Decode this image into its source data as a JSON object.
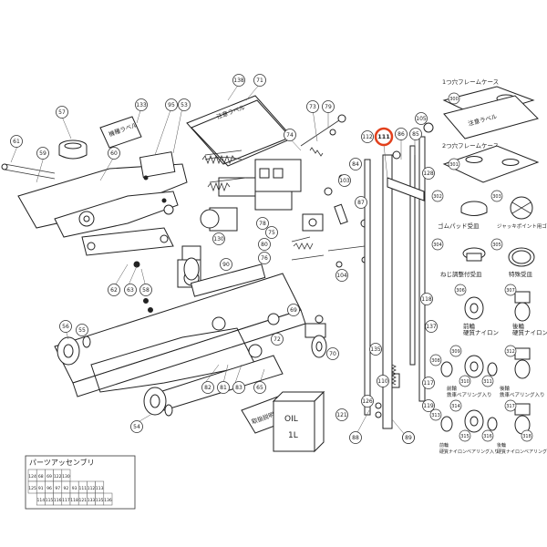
{
  "callouts": [
    {
      "id": "c57",
      "text": "57"
    },
    {
      "id": "c61",
      "text": "61"
    },
    {
      "id": "c59",
      "text": "59"
    },
    {
      "id": "c60",
      "text": "60"
    },
    {
      "id": "c133",
      "text": "133"
    },
    {
      "id": "c95",
      "text": "95"
    },
    {
      "id": "c53",
      "text": "53"
    },
    {
      "id": "c138",
      "text": "138"
    },
    {
      "id": "c71",
      "text": "71"
    },
    {
      "id": "c73",
      "text": "73"
    },
    {
      "id": "c79",
      "text": "79"
    },
    {
      "id": "c74",
      "text": "74"
    },
    {
      "id": "c111",
      "text": "111"
    },
    {
      "id": "c86",
      "text": "86"
    },
    {
      "id": "c85",
      "text": "85"
    },
    {
      "id": "c112",
      "text": "112"
    },
    {
      "id": "c84",
      "text": "84"
    },
    {
      "id": "c103",
      "text": "103"
    },
    {
      "id": "c87",
      "text": "87"
    },
    {
      "id": "c78",
      "text": "78"
    },
    {
      "id": "c80",
      "text": "80"
    },
    {
      "id": "c75",
      "text": "75"
    },
    {
      "id": "c76",
      "text": "76"
    },
    {
      "id": "c104",
      "text": "104"
    },
    {
      "id": "c130",
      "text": "130"
    },
    {
      "id": "c90",
      "text": "90"
    },
    {
      "id": "c62",
      "text": "62"
    },
    {
      "id": "c63",
      "text": "63"
    },
    {
      "id": "c58",
      "text": "58"
    },
    {
      "id": "c69",
      "text": "69"
    },
    {
      "id": "c54",
      "text": "54"
    },
    {
      "id": "c55",
      "text": "55"
    },
    {
      "id": "c56",
      "text": "56"
    },
    {
      "id": "c82",
      "text": "82"
    },
    {
      "id": "c81",
      "text": "81"
    },
    {
      "id": "c83",
      "text": "83"
    },
    {
      "id": "c65",
      "text": "65"
    },
    {
      "id": "c72",
      "text": "72"
    },
    {
      "id": "c70",
      "text": "70"
    },
    {
      "id": "c88",
      "text": "88"
    },
    {
      "id": "c89",
      "text": "89"
    },
    {
      "id": "c117",
      "text": "117"
    },
    {
      "id": "c119",
      "text": "119"
    },
    {
      "id": "c121",
      "text": "121"
    },
    {
      "id": "c118",
      "text": "118"
    },
    {
      "id": "c135",
      "text": "135"
    },
    {
      "id": "c110",
      "text": "110"
    },
    {
      "id": "c126",
      "text": "126"
    },
    {
      "id": "c137",
      "text": "137"
    },
    {
      "id": "c105",
      "text": "105"
    },
    {
      "id": "c128",
      "text": "128"
    },
    {
      "id": "c89b",
      "text": "89"
    }
  ],
  "highlight": {
    "text": "111",
    "color": "#e2401c"
  },
  "notes": {
    "warning_label": "注意ラベル",
    "name_label": "機種ラベル",
    "spec_label": "取扱説明書",
    "oil_label": "OIL",
    "oil_volume": "1L"
  },
  "right_panel": {
    "frame_case_1": "1つ穴フレームケース",
    "frame_case_2": "2つ穴フレームケース",
    "warning_label_2": "注意ラベル",
    "rubber_pad": "ゴムパッド受皿",
    "jack_point": "ジャッキポイント用ゴムパット",
    "screw_adjust": "ねじ調整付受皿",
    "special_pad": "特殊受皿",
    "front_wheel_nylon": "前輪\n硬質ナイロン",
    "rear_wheel_nylon": "後輪\n硬質ナイロン",
    "front_wheel_bearing": "前輪\n鉄車ベアリング入り",
    "rear_wheel_bearing": "後輪\n鉄車ベアリング入り",
    "front_wheel_urethane": "前輪\n硬質ナイロンベアリング入り",
    "rear_wheel_urethane": "後輪\n硬質ナイロンベアリング入り",
    "part_numbers": [
      "300",
      "301",
      "302",
      "303",
      "304",
      "305",
      "306",
      "307",
      "308",
      "309",
      "310",
      "311",
      "312",
      "313",
      "314",
      "315",
      "316",
      "317",
      "318"
    ]
  },
  "assembly_table": {
    "title": "パーツアッセンブリ",
    "rows": [
      [
        "124",
        "68",
        "69",
        "122",
        "130",
        "",
        "",
        "",
        "",
        "",
        "",
        "",
        ""
      ],
      [
        "125",
        "91",
        "96",
        "97",
        "92",
        "93",
        "111",
        "112",
        "113",
        "",
        "",
        "",
        ""
      ],
      [
        "",
        "114",
        "115",
        "116",
        "117",
        "118",
        "121",
        "133",
        "135",
        "136",
        "",
        "",
        ""
      ]
    ],
    "row_labels": [
      "124",
      "125"
    ]
  }
}
